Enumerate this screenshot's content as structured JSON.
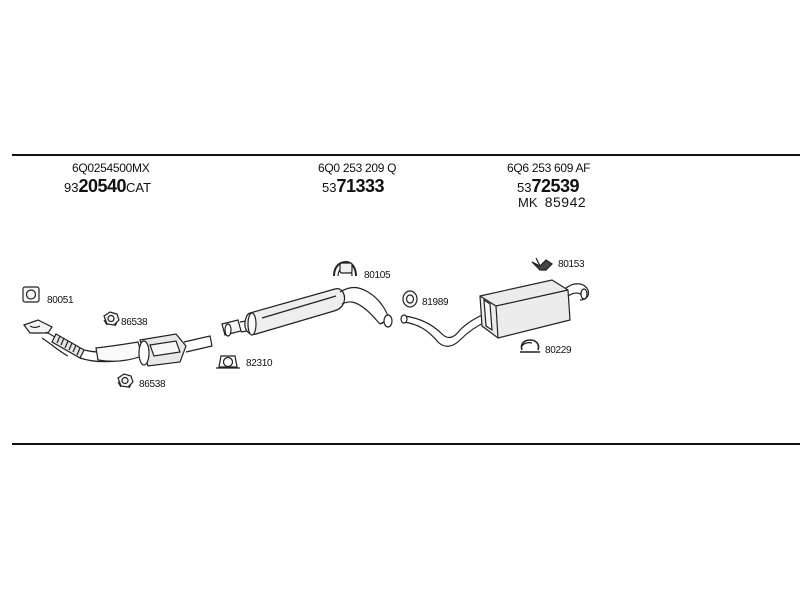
{
  "assemblies": [
    {
      "ref": "6Q0254500MX",
      "prefix": "93",
      "number": "20540",
      "suffix": "CAT"
    },
    {
      "ref": "6Q0 253 209 Q",
      "prefix": "53",
      "number": "71333",
      "suffix": ""
    },
    {
      "ref": "6Q6 253 609 AF",
      "prefix": "53",
      "number": "72539",
      "suffix": "",
      "mk_label": "MK",
      "mk_value": "85942"
    }
  ],
  "parts": {
    "p80051": "80051",
    "p86538a": "86538",
    "p86538b": "86538",
    "p82310": "82310",
    "p80105": "80105",
    "p81989": "81989",
    "p80153": "80153",
    "p80229": "80229"
  }
}
